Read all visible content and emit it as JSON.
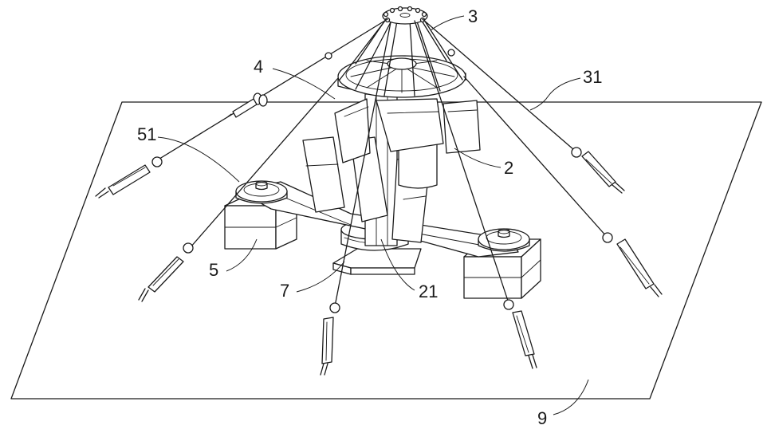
{
  "labels": {
    "n3": "3",
    "n31": "31",
    "n4": "4",
    "n51": "51",
    "n2": "2",
    "n5": "5",
    "n7": "7",
    "n21": "21",
    "n9": "9"
  },
  "colors": {
    "stroke": "#1a1a1a",
    "background": "#ffffff"
  }
}
